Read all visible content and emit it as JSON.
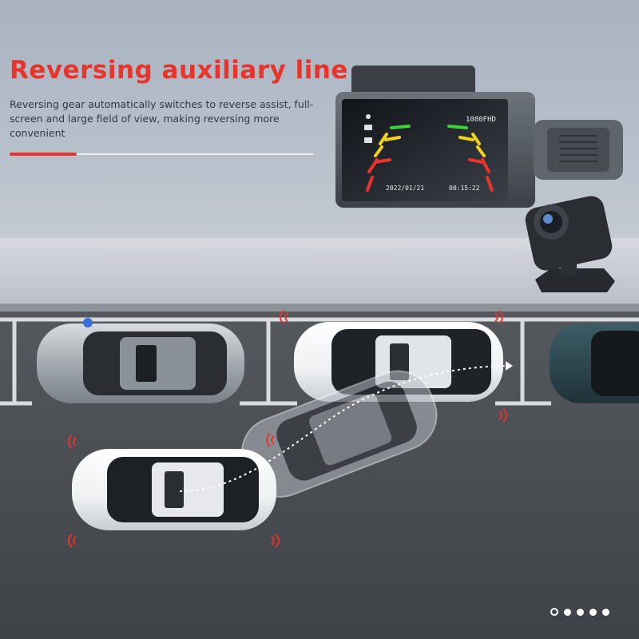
{
  "heading": {
    "title": "Reversing auxiliary line",
    "description": "Reversing gear automatically switches to reverse assist, full-screen and large field of view, making reversing more convenient"
  },
  "camera_screen": {
    "resolution": "1080FHD",
    "date": "2022/01/21",
    "time": "00:15:22"
  },
  "carousel": {
    "count": 5,
    "active_index": 0
  },
  "colors": {
    "accent": "#e8342b",
    "guide_red": "#e8342b",
    "guide_yellow": "#f2d21a",
    "guide_green": "#3fcf3a"
  }
}
